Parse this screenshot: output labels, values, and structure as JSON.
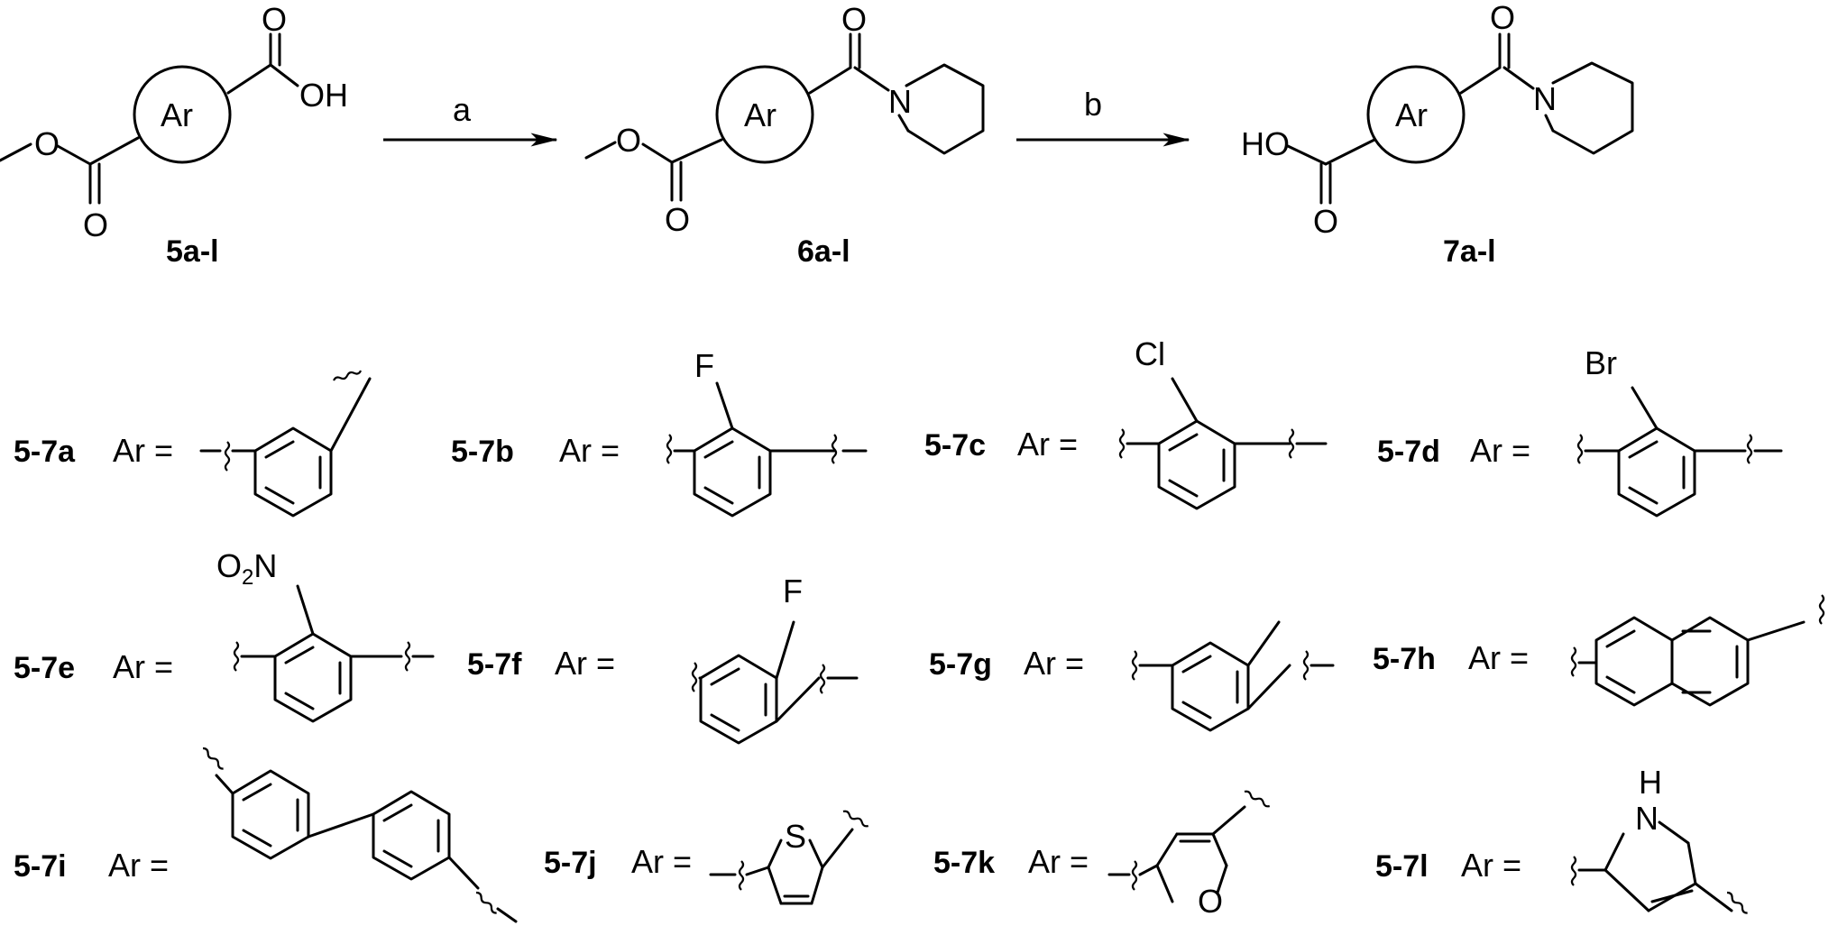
{
  "scheme": {
    "compounds": [
      "5a-l",
      "6a-l",
      "7a-l"
    ],
    "arrows": [
      "a",
      "b"
    ],
    "atoms": {
      "Ar": "Ar",
      "O": "O",
      "OH": "OH",
      "HO": "HO",
      "N": "N",
      "F": "F",
      "Cl": "Cl",
      "Br": "Br",
      "NO2_main": "O",
      "NO2_sub": "2",
      "NO2_tail": "N",
      "S": "S",
      "NH_H": "H",
      "NH_N": "N"
    },
    "ar_equals": "Ar ="
  },
  "substituents": [
    {
      "id": "5-7a",
      "group": "phenyl (1,3-linked)"
    },
    {
      "id": "5-7b",
      "group": "2-fluorophenyl"
    },
    {
      "id": "5-7c",
      "group": "2-chlorophenyl"
    },
    {
      "id": "5-7d",
      "group": "2-bromophenyl"
    },
    {
      "id": "5-7e",
      "group": "2-nitrophenyl"
    },
    {
      "id": "5-7f",
      "group": "3-fluorophenyl"
    },
    {
      "id": "5-7g",
      "group": "3-methylphenyl"
    },
    {
      "id": "5-7h",
      "group": "naphthalene"
    },
    {
      "id": "5-7i",
      "group": "biphenyl"
    },
    {
      "id": "5-7j",
      "group": "thiophene"
    },
    {
      "id": "5-7k",
      "group": "furan"
    },
    {
      "id": "5-7l",
      "group": "pyrrole"
    }
  ]
}
